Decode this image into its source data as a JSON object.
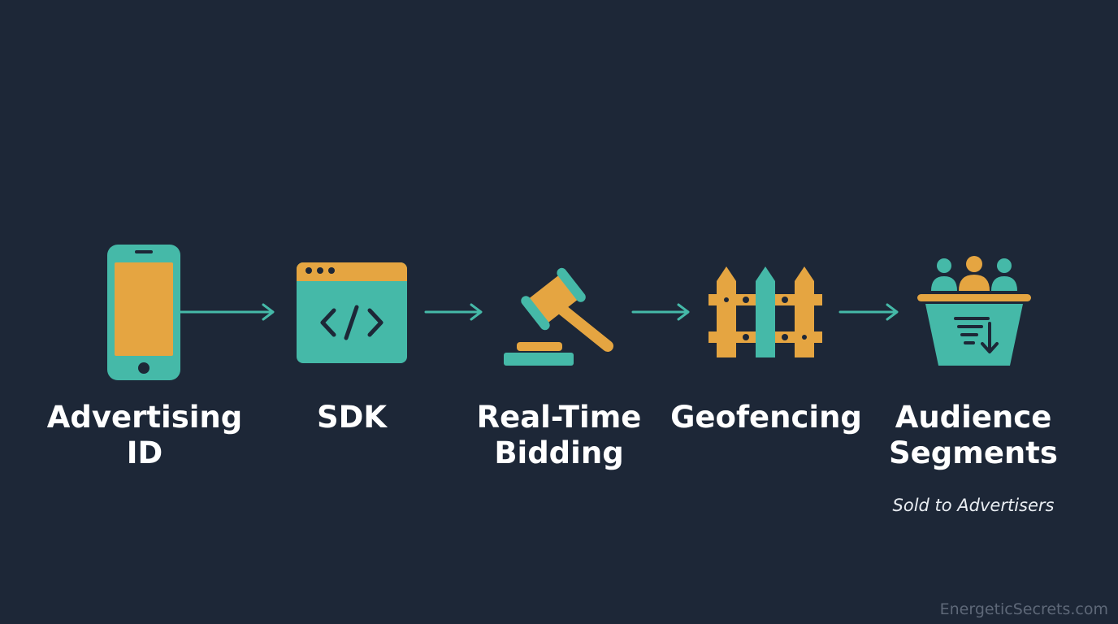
{
  "colors": {
    "background": "#1d2737",
    "teal": "#45b9a8",
    "amber": "#e5a541",
    "text": "#ffffff"
  },
  "steps": [
    {
      "icon": "smartphone-icon",
      "label_lines": [
        "Advertising",
        "ID"
      ]
    },
    {
      "icon": "code-window-icon",
      "label_lines": [
        "SDK"
      ]
    },
    {
      "icon": "gavel-icon",
      "label_lines": [
        "Real-Time",
        "Bidding"
      ]
    },
    {
      "icon": "fence-icon",
      "label_lines": [
        "Geofencing"
      ]
    },
    {
      "icon": "audience-funnel-icon",
      "label_lines": [
        "Audience",
        "Segments"
      ],
      "caption": "Sold to Advertisers"
    }
  ],
  "watermark": "EnergeticSecrets.com"
}
